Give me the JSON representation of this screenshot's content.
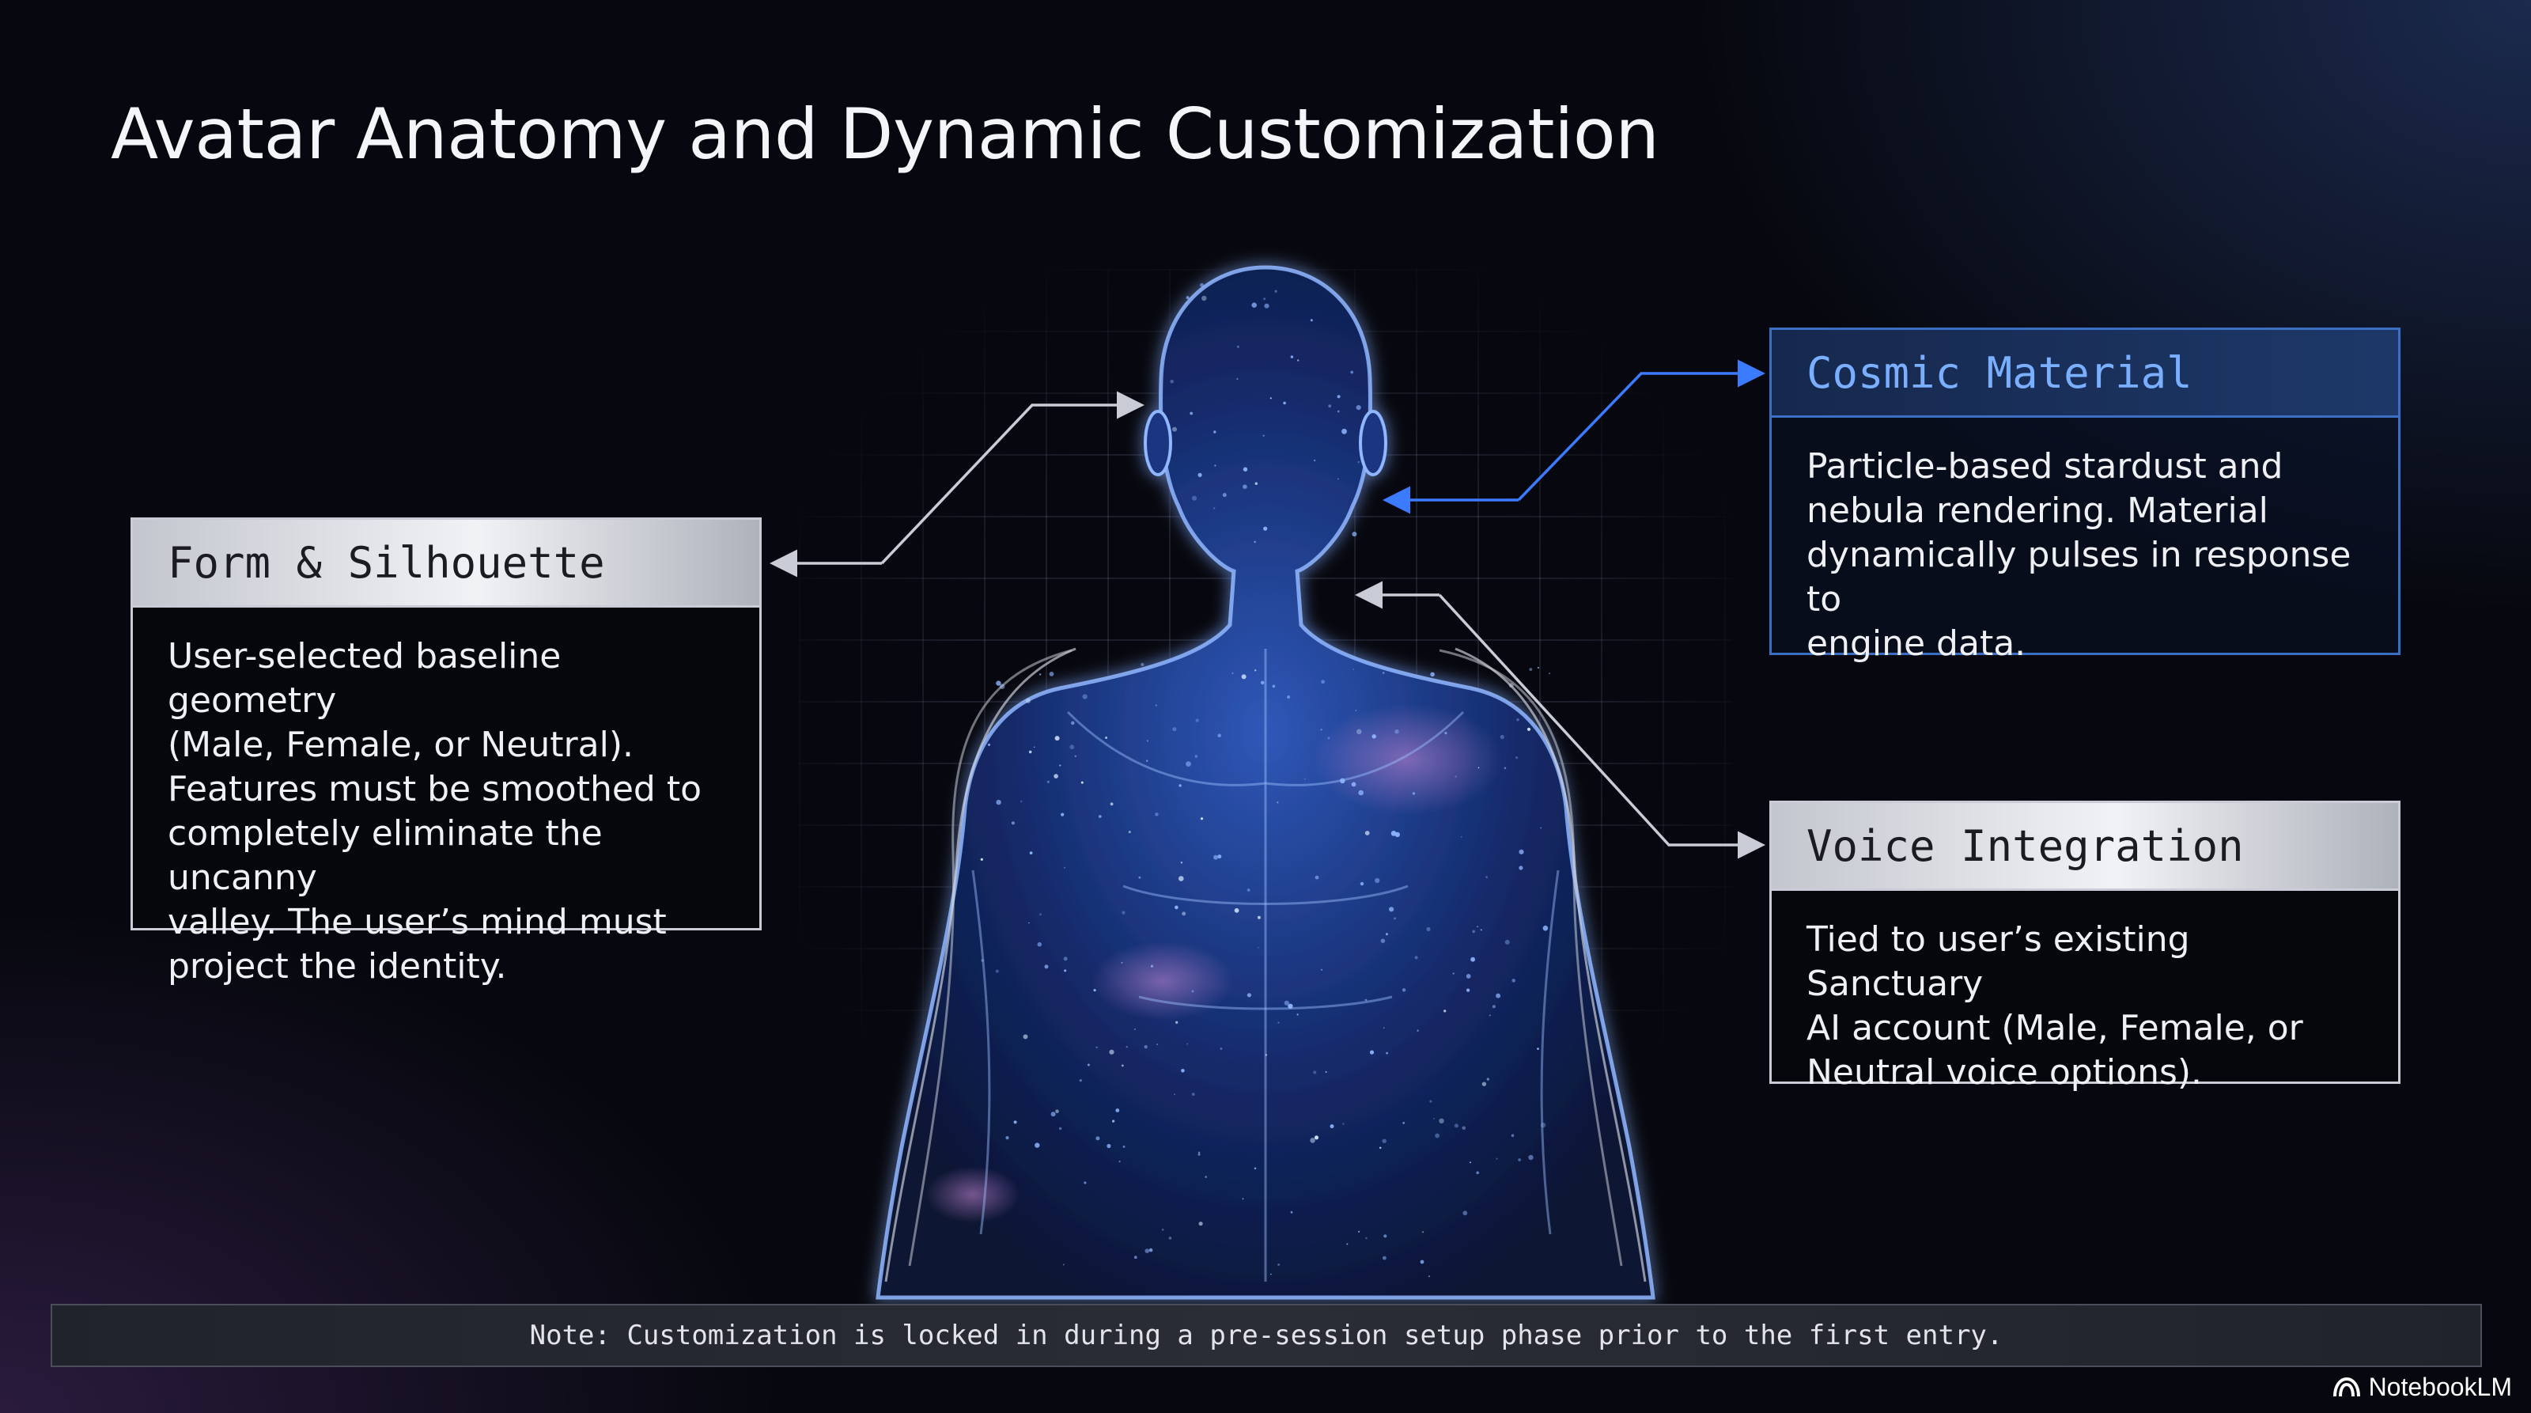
{
  "title": "Avatar Anatomy and Dynamic Customization",
  "cards": {
    "form": {
      "heading": "Form & Silhouette",
      "lines": [
        "User-selected baseline geometry",
        "(Male, Female, or Neutral).",
        "Features must be smoothed to",
        "completely eliminate the uncanny",
        "valley. The user’s mind must",
        "project the identity."
      ]
    },
    "cosmic": {
      "heading": "Cosmic Material",
      "lines": [
        "Particle-based stardust and",
        "nebula rendering. Material",
        "dynamically pulses in response to",
        "engine data."
      ]
    },
    "voice": {
      "heading": "Voice Integration",
      "lines": [
        "Tied to user’s existing Sanctuary",
        "AI account (Male, Female, or",
        "Neutral voice options)."
      ]
    }
  },
  "note": "Note: Customization is locked in during a pre-session setup phase prior to the first entry.",
  "brand": {
    "label": "NotebookLM",
    "icon": "notebooklm-logo-icon"
  },
  "colors": {
    "accent_blue": "#3b6fc4",
    "cosmic_heading": "#7aaeff",
    "card_border": "#c9ccd6",
    "figure_glow": "#4c7dff"
  }
}
